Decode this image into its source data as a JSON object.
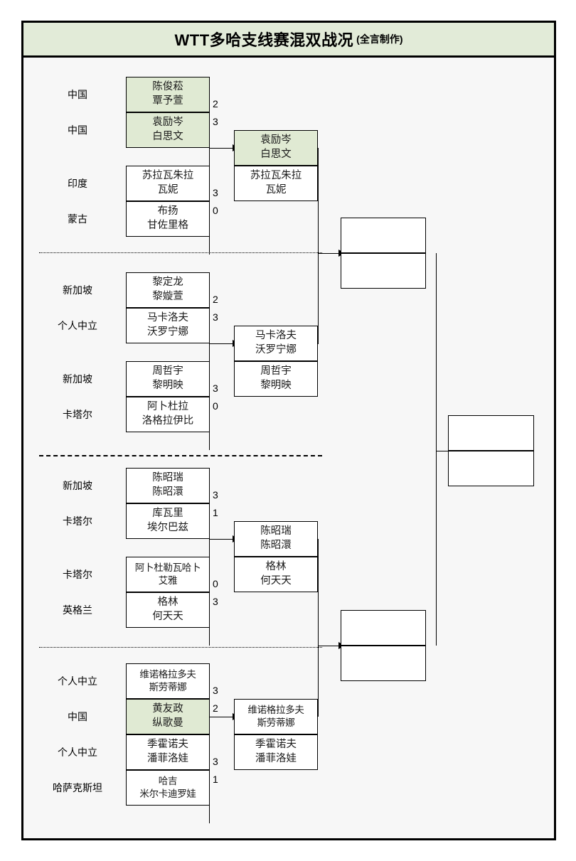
{
  "header": {
    "title_main": "WTT多哈支线赛混双战况",
    "title_sub": "(全言制作)"
  },
  "round1": [
    {
      "country": "中国",
      "p1": "陈俊菘",
      "p2": "覃予萱",
      "score": "2",
      "highlight": true
    },
    {
      "country": "中国",
      "p1": "袁励岑",
      "p2": "白思文",
      "score": "3",
      "highlight": true
    },
    {
      "country": "印度",
      "p1": "苏拉瓦朱拉",
      "p2": "瓦妮",
      "score": "3",
      "highlight": false
    },
    {
      "country": "蒙古",
      "p1": "布扬",
      "p2": "甘佐里格",
      "score": "0",
      "highlight": false
    },
    {
      "country": "新加坡",
      "p1": "黎定龙",
      "p2": "黎嫙萱",
      "score": "2",
      "highlight": false
    },
    {
      "country": "个人中立",
      "p1": "马卡洛夫",
      "p2": "沃罗宁娜",
      "score": "3",
      "highlight": false
    },
    {
      "country": "新加坡",
      "p1": "周哲宇",
      "p2": "黎明映",
      "score": "3",
      "highlight": false
    },
    {
      "country": "卡塔尔",
      "p1": "阿卜杜拉",
      "p2": "洛格拉伊比",
      "score": "0",
      "highlight": false
    },
    {
      "country": "新加坡",
      "p1": "陈昭瑞",
      "p2": "陈昭澴",
      "score": "3",
      "highlight": false
    },
    {
      "country": "卡塔尔",
      "p1": "库瓦里",
      "p2": "埃尔巴兹",
      "score": "1",
      "highlight": false
    },
    {
      "country": "卡塔尔",
      "p1": "阿卜杜勒瓦哈卜",
      "p2": "艾雅",
      "score": "0",
      "highlight": false
    },
    {
      "country": "英格兰",
      "p1": "格林",
      "p2": "何天天",
      "score": "3",
      "highlight": false
    },
    {
      "country": "个人中立",
      "p1": "维诺格拉多夫",
      "p2": "斯劳蒂娜",
      "score": "3",
      "highlight": false
    },
    {
      "country": "中国",
      "p1": "黄友政",
      "p2": "纵歌曼",
      "score": "2",
      "highlight": true
    },
    {
      "country": "个人中立",
      "p1": "季霍诺夫",
      "p2": "潘菲洛娃",
      "score": "3",
      "highlight": false
    },
    {
      "country": "哈萨克斯坦",
      "p1": "哈吉",
      "p2": "米尔卡迪罗娃",
      "score": "1",
      "highlight": false
    }
  ],
  "round2": [
    {
      "p1": "袁励岑",
      "p2": "白思文",
      "highlight": true
    },
    {
      "p1": "苏拉瓦朱拉",
      "p2": "瓦妮",
      "highlight": false
    },
    {
      "p1": "马卡洛夫",
      "p2": "沃罗宁娜",
      "highlight": false
    },
    {
      "p1": "周哲宇",
      "p2": "黎明映",
      "highlight": false
    },
    {
      "p1": "陈昭瑞",
      "p2": "陈昭澴",
      "highlight": false
    },
    {
      "p1": "格林",
      "p2": "何天天",
      "highlight": false
    },
    {
      "p1": "维诺格拉多夫",
      "p2": "斯劳蒂娜",
      "highlight": false
    },
    {
      "p1": "季霍诺夫",
      "p2": "潘菲洛娃",
      "highlight": false
    }
  ],
  "round3": [
    {
      "p1": "",
      "p2": ""
    },
    {
      "p1": "",
      "p2": ""
    },
    {
      "p1": "",
      "p2": ""
    },
    {
      "p1": "",
      "p2": ""
    }
  ],
  "final": [
    {
      "p1": "",
      "p2": ""
    },
    {
      "p1": "",
      "p2": ""
    }
  ],
  "colors": {
    "highlight": "#e0ead3",
    "title_bg": "#e2ebd8",
    "body_bg": "#f7f7f7",
    "border": "#000000"
  }
}
